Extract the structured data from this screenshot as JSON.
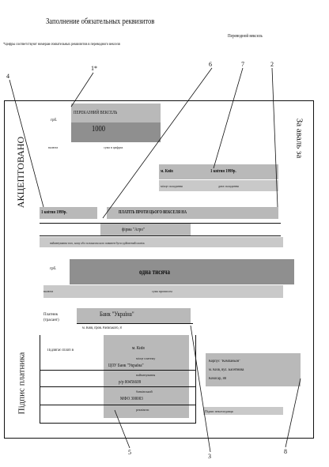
{
  "page": {
    "title": "Заполнение обязательных реквизитов",
    "footnote": "*Цифры соответствуют номерам обязательных реквизитов в переводного векселя",
    "side_label": "Переводной вексель"
  },
  "callouts": [
    "1*",
    "6",
    "7",
    "2",
    "4",
    "5",
    "3",
    "8"
  ],
  "bill": {
    "document_type": "ПЕРЕКАЗНИЙ ВЕКСЕЛЬ",
    "currency_short": "грб.",
    "amount_digits": "1000",
    "caption_currency": "валюта",
    "caption_amount_digits": "сума в цифрах",
    "place_of_issue": "м. Київ",
    "date_of_issue": "1 квітня 1999р.",
    "caption_place": "місце складання",
    "caption_date": "дата складання",
    "due_date": "1 квітня 1999р.",
    "pay_order": "ПЛАТІТЬ ПРОТИ ЦЬОГО ВЕКСЕЛЯ НА",
    "payee": "фірма \"Агро\"",
    "caption_payee": "найменування того, кому або за наказом кого повинен бути здійснений платіж",
    "amount_words_currency": "грб.",
    "amount_words": "одна тисяча",
    "caption_amount_words": "сума прописом",
    "payer_label": "Платник (трасант)",
    "payer_name": "Банк \"Україна\"",
    "payer_address": "м. Київ, пров. Раєвського, 8",
    "pay_place_label": "Підлягає сплаті в",
    "pay_place_city": "м. Київ",
    "caption_pay_place": "місце платежу",
    "pay_bank": "ЦОУ Банк \"Україна\"",
    "caption_bank": "найменування",
    "pay_account": "р/р 00456609",
    "caption_account": "банківський",
    "pay_mfo": "МФО 300003",
    "caption_mfo": "реквізити",
    "drawer_name": "Корпус \"Компаньон\"",
    "drawer_address": "м. Київ, вул. Басейнова",
    "drawer_extra": "Комісар, 88",
    "caption_drawer": "Підпис векселедавця",
    "vertical_accepted": "АКЦЕПТОВАНО",
    "vertical_aval": "За аваль за",
    "vertical_payer_sign": "Підпис платника"
  }
}
